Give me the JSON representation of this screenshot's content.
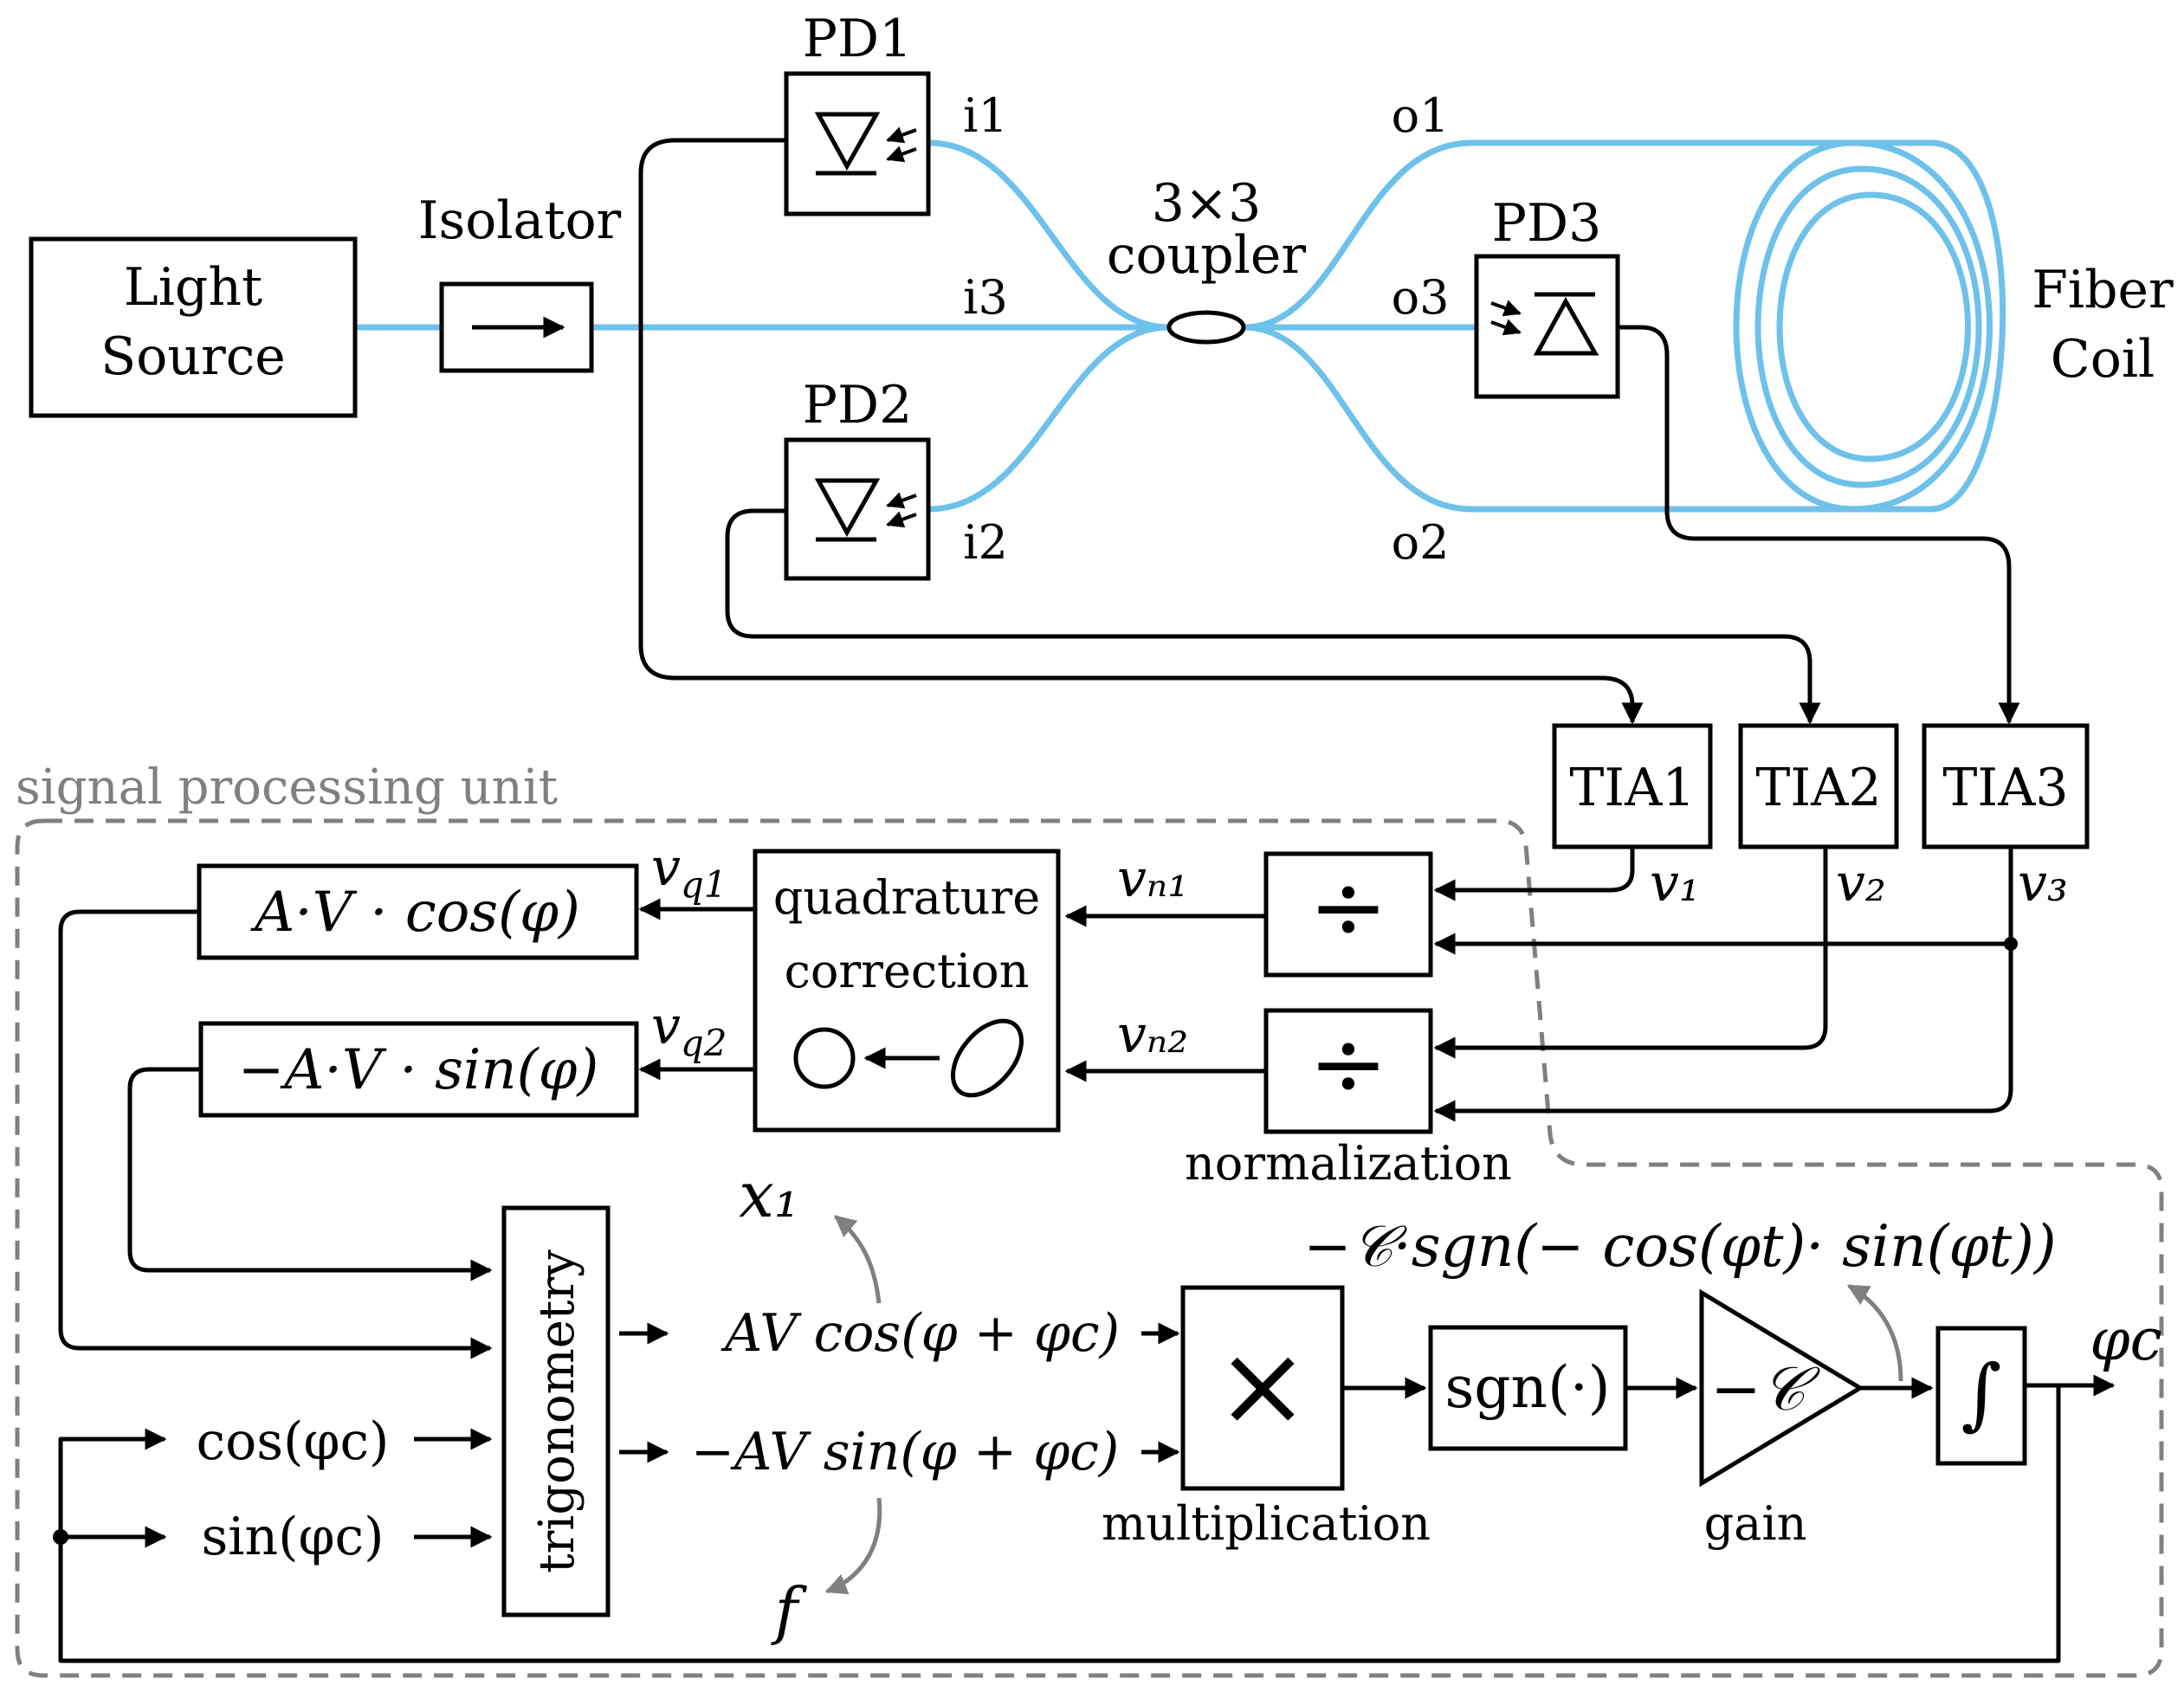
{
  "title": "",
  "colors": {
    "fiber": "#6EC1EA",
    "signal": "#000000",
    "unit_border": "#808080"
  },
  "optics": {
    "light_source": [
      "Light",
      "Source"
    ],
    "isolator": "Isolator",
    "coupler": [
      "3×3",
      "coupler"
    ],
    "fiber_coil": [
      "Fiber",
      "Coil"
    ],
    "pd1": "PD1",
    "pd2": "PD2",
    "pd3": "PD3",
    "ports": {
      "i1": "i1",
      "i2": "i2",
      "i3": "i3",
      "o1": "o1",
      "o2": "o2",
      "o3": "o3"
    }
  },
  "amplifiers": {
    "tia1": "TIA1",
    "tia2": "TIA2",
    "tia3": "TIA3"
  },
  "voltages": {
    "v1": "v₁",
    "v2": "v₂",
    "v3": "v₃",
    "vn1": "vₙ₁",
    "vn2": "vₙ₂",
    "vq1": "v_q1",
    "vq2": "v_q2"
  },
  "processing": {
    "unit_label": "signal processing unit",
    "divide_symbol": "÷",
    "normalization": "normalization",
    "quadrature": [
      "quadrature",
      "correction"
    ],
    "cos_out": "A·V · cos(φ)",
    "sin_out": "−A·V · sin(φ)",
    "trigonometry": "trigonometry",
    "cos_phic": "cos(φc)",
    "sin_phic": "sin(φc)",
    "av_cos": "AV cos(φ + φc)",
    "av_sin": "−AV sin(φ + φc)",
    "x1": "x₁",
    "f": "f",
    "multiply_symbol": "×",
    "multiplication": "multiplication",
    "sgn": "sgn(·)",
    "gain_symbol": "−𝒞",
    "gain": "gain",
    "sgn_expr": "−𝒞·sgn(− cos(φt)· sin(φt))",
    "integral": "∫",
    "phic_out": "φc"
  }
}
